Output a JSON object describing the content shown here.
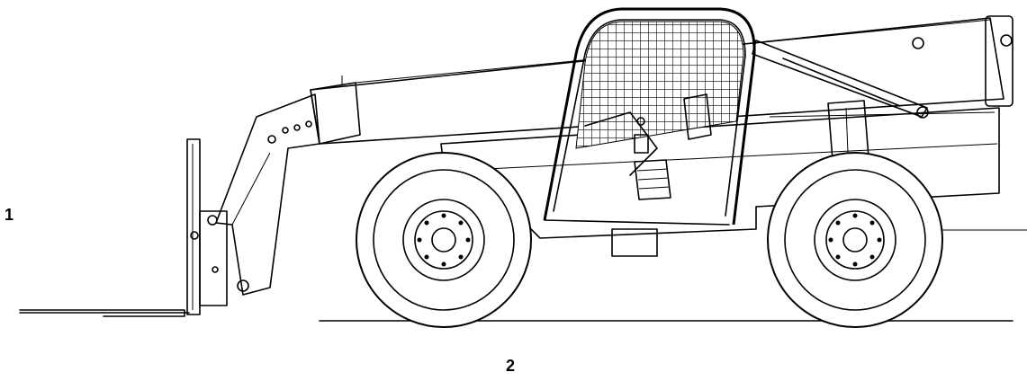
{
  "figure": {
    "subject": "telehandler-side-view",
    "callouts": [
      {
        "id": "1",
        "text": "1"
      },
      {
        "id": "2",
        "text": "2"
      }
    ]
  }
}
